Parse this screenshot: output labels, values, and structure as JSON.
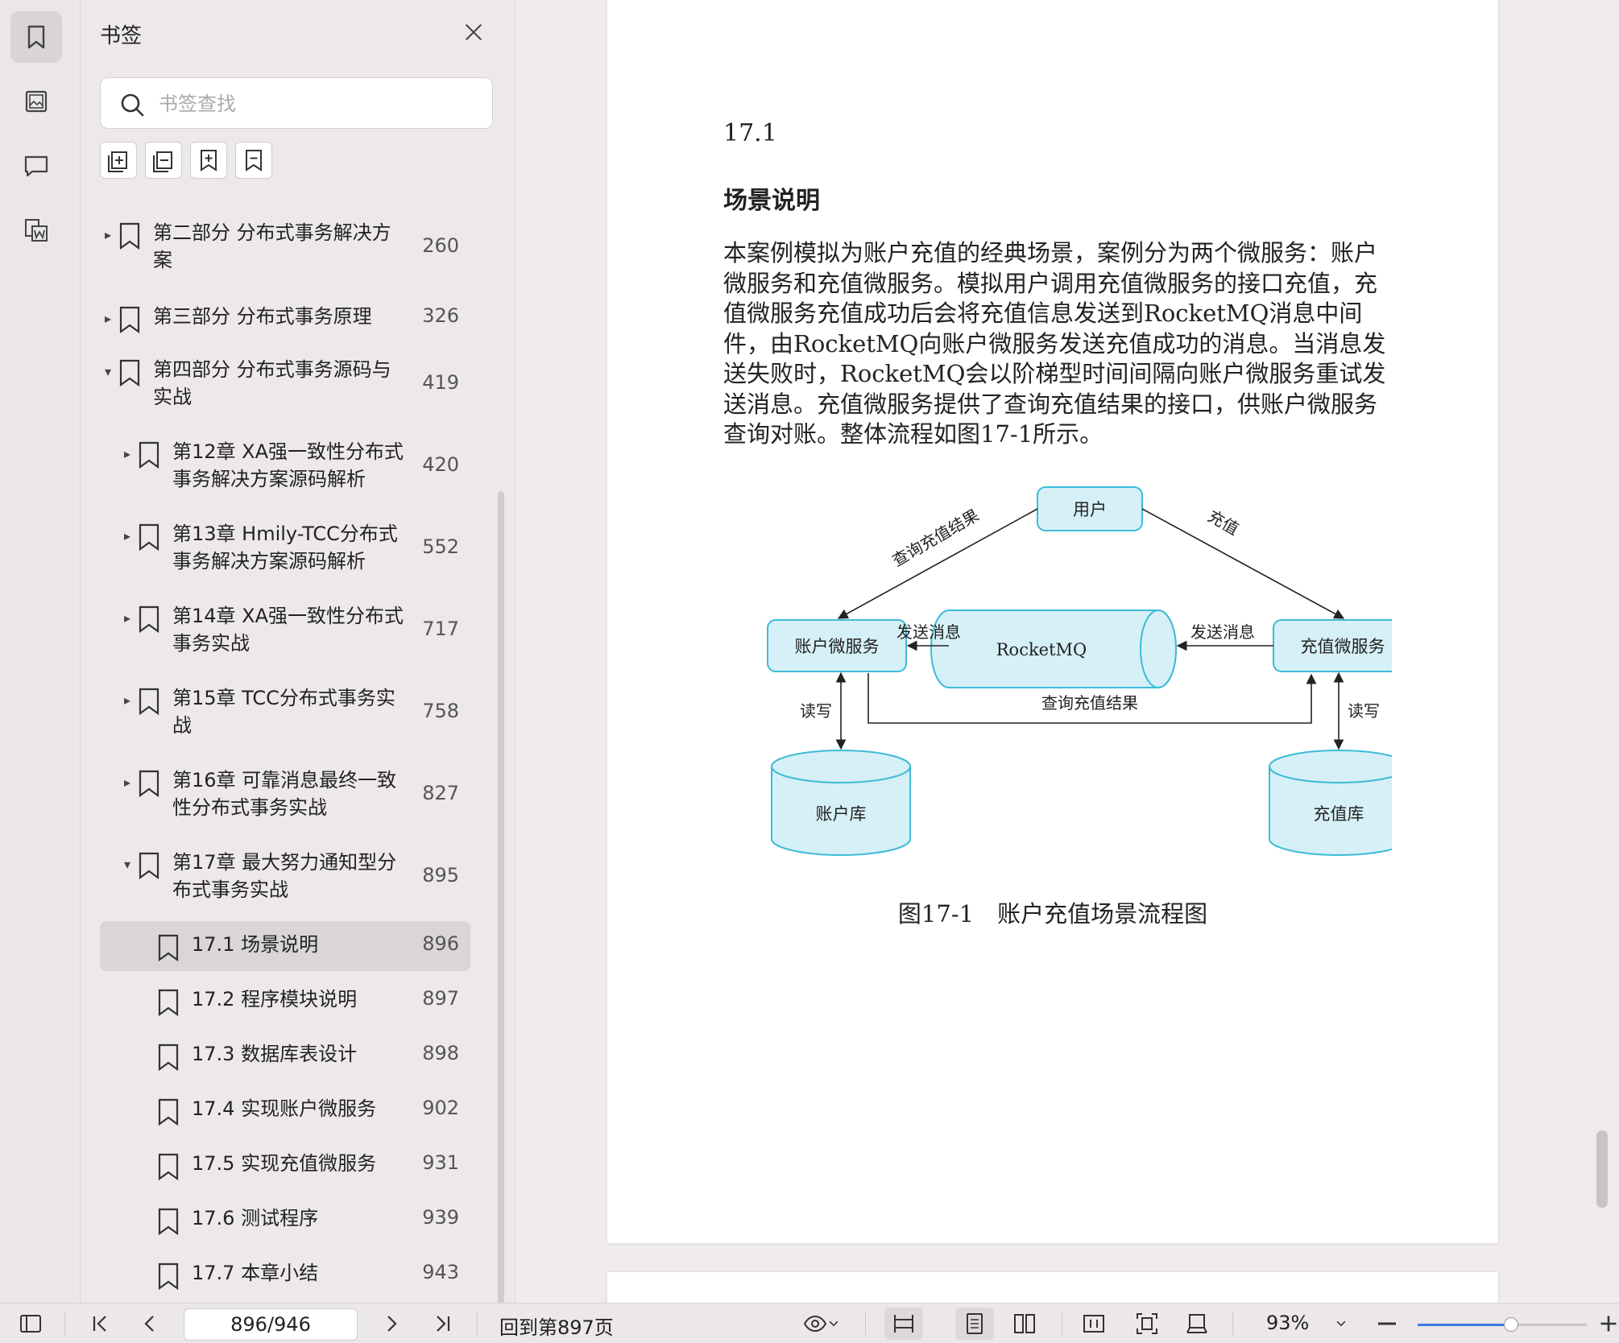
{
  "panel": {
    "title": "书签",
    "search_placeholder": "书签查找",
    "bookmarks": [
      {
        "label": "第二部分 分布式事务解决方案",
        "page": "260",
        "arrow": "▸"
      },
      {
        "label": "第三部分 分布式事务原理",
        "page": "326",
        "arrow": "▸"
      },
      {
        "label": "第四部分 分布式事务源码与实战",
        "page": "419",
        "arrow": "▾"
      },
      {
        "label": "第12章 XA强一致性分布式事务解决方案源码解析",
        "page": "420",
        "arrow": "▸"
      },
      {
        "label": "第13章 Hmily-TCC分布式事务解决方案源码解析",
        "page": "552",
        "arrow": "▸"
      },
      {
        "label": "第14章 XA强一致性分布式事务实战",
        "page": "717",
        "arrow": "▸"
      },
      {
        "label": "第15章 TCC分布式事务实战",
        "page": "758",
        "arrow": "▸"
      },
      {
        "label": "第16章 可靠消息最终一致性分布式事务实战",
        "page": "827",
        "arrow": "▸"
      },
      {
        "label": "第17章 最大努力通知型分布式事务实战",
        "page": "895",
        "arrow": "▾"
      },
      {
        "label": "17.1 场景说明",
        "page": "896",
        "arrow": ""
      },
      {
        "label": "17.2 程序模块说明",
        "page": "897",
        "arrow": ""
      },
      {
        "label": "17.3 数据库表设计",
        "page": "898",
        "arrow": ""
      },
      {
        "label": "17.4 实现账户微服务",
        "page": "902",
        "arrow": ""
      },
      {
        "label": "17.5 实现充值微服务",
        "page": "931",
        "arrow": ""
      },
      {
        "label": "17.6 测试程序",
        "page": "939",
        "arrow": ""
      },
      {
        "label": "17.7 本章小结",
        "page": "943",
        "arrow": ""
      }
    ]
  },
  "doc": {
    "section_number": "17.1",
    "section_title": "场景说明",
    "paragraph": "本案例模拟为账户充值的经典场景，案例分为两个微服务：账户微服务和充值微服务。模拟用户调用充值微服务的接口充值，充值微服务充值成功后会将充值信息发送到RocketMQ消息中间件，由RocketMQ向账户微服务发送充值成功的消息。当消息发送失败时，RocketMQ会以阶梯型时间间隔向账户微服务重试发送消息。充值微服务提供了查询充值结果的接口，供账户微服务查询对账。整体流程如图17-1所示。",
    "figure": {
      "user": "用户",
      "account_service": "账户微服务",
      "mq": "RocketMQ",
      "recharge_service": "充值微服务",
      "account_db": "账户库",
      "recharge_db": "充值库",
      "query_result": "查询充值结果",
      "recharge": "充值",
      "send_msg": "发送消息",
      "read_write": "读写"
    },
    "caption": "图17-1　账户充值场景流程图"
  },
  "bottombar": {
    "page_value": "896/946",
    "goto_label": "回到第897页",
    "zoom_label": "93%",
    "zoom_fraction": 0.55
  }
}
